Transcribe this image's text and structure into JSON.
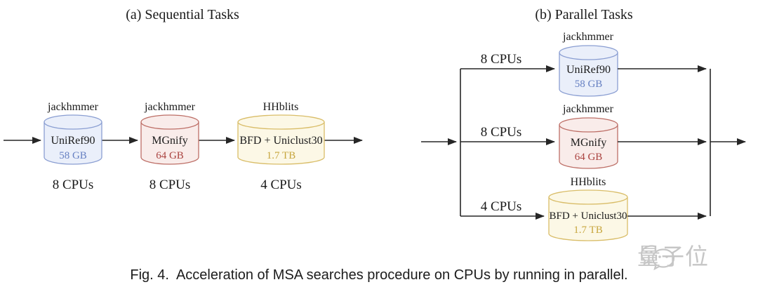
{
  "figure": {
    "panel_a": {
      "title": "(a) Sequential Tasks",
      "nodes": [
        {
          "tool": "jackhmmer",
          "db": "UniRef90",
          "size": "58 GB",
          "cpus": "8 CPUs"
        },
        {
          "tool": "jackhmmer",
          "db": "MGnify",
          "size": "64 GB",
          "cpus": "8 CPUs"
        },
        {
          "tool": "HHblits",
          "db": "BFD + Uniclust30",
          "size": "1.7 TB",
          "cpus": "4 CPUs"
        }
      ]
    },
    "panel_b": {
      "title": "(b) Parallel Tasks",
      "branches": [
        {
          "cpus": "8 CPUs",
          "tool": "jackhmmer",
          "db": "UniRef90",
          "size": "58 GB"
        },
        {
          "cpus": "8 CPUs",
          "tool": "jackhmmer",
          "db": "MGnify",
          "size": "64 GB"
        },
        {
          "cpus": "4 CPUs",
          "tool": "HHblits",
          "db": "BFD + Uniclust30",
          "size": "1.7 TB"
        }
      ]
    },
    "caption": "Fig. 4.  Acceleration of MSA searches procedure on CPUs by running in parallel."
  },
  "watermark": {
    "text": "量子位",
    "icon": "wechat-chat-bubbles-icon"
  },
  "colors": {
    "blue_fill": "#eaeffa",
    "blue_stroke": "#8a9ed2",
    "blue_text": "#6680c2",
    "red_fill": "#f9ecea",
    "red_stroke": "#bd6e66",
    "red_text": "#aa4340",
    "yellow_fill": "#fcf8e6",
    "yellow_stroke": "#d9bd68",
    "yellow_text": "#c7a63e",
    "line": "#262626",
    "text": "#1a1a1a",
    "watermark": "#c6c6c6"
  }
}
